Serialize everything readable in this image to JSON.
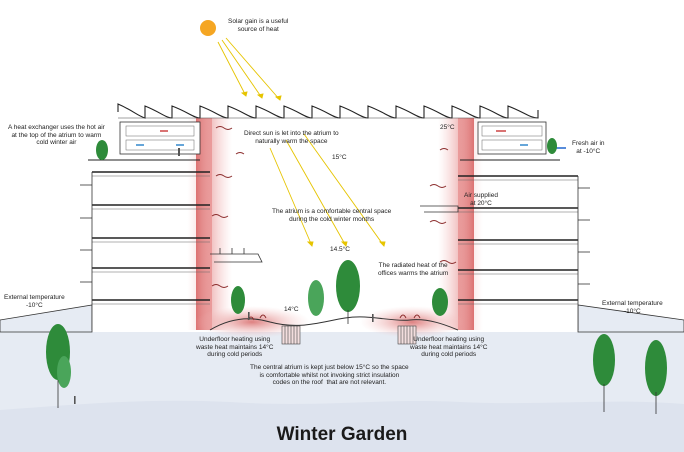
{
  "title": "Winter Garden",
  "annotations": {
    "solar_gain": "Solar gain is a useful\nsource of heat",
    "heat_exchanger": "A heat exchanger uses the hot air\nat the top of the atrium to warm\ncold winter air",
    "direct_sun": "Direct sun is let into the atrium to\nnaturally warm the space",
    "fresh_air": "Fresh air in\nat -10°C",
    "air_supplied": "Air supplied\nat 20°C",
    "atrium_comfortable": "The atrium is a comfortable central space\nduring the cold winter months",
    "radiated_heat": "The radiated heat of the\noffices warms the atrium",
    "external_left": "External temperature\n-10°C",
    "external_right": "External temperature\n-10°C",
    "underfloor_left": "Underfloor heating using\nwaste heat maintains 14°C\nduring cold periods",
    "underfloor_right": "Underfloor heating using\nwaste heat maintains 14°C\nduring cold periods",
    "central_atrium": "The central atrium is kept just below 15°C so the space\nis comfortable whilst not invoking strict insulation\ncodes on the roof  that are not relevant."
  },
  "temperatures": {
    "roof_top": "25°C",
    "upper_atrium": "15°C",
    "mid_atrium": "14.5°C",
    "floor_atrium": "14°C"
  },
  "colors": {
    "sun": "#f5a623",
    "sun_ray": "#f0d000",
    "warm_wall": "#e07878",
    "ground": "#e6ebf3",
    "tree": "#2e8b3a"
  }
}
